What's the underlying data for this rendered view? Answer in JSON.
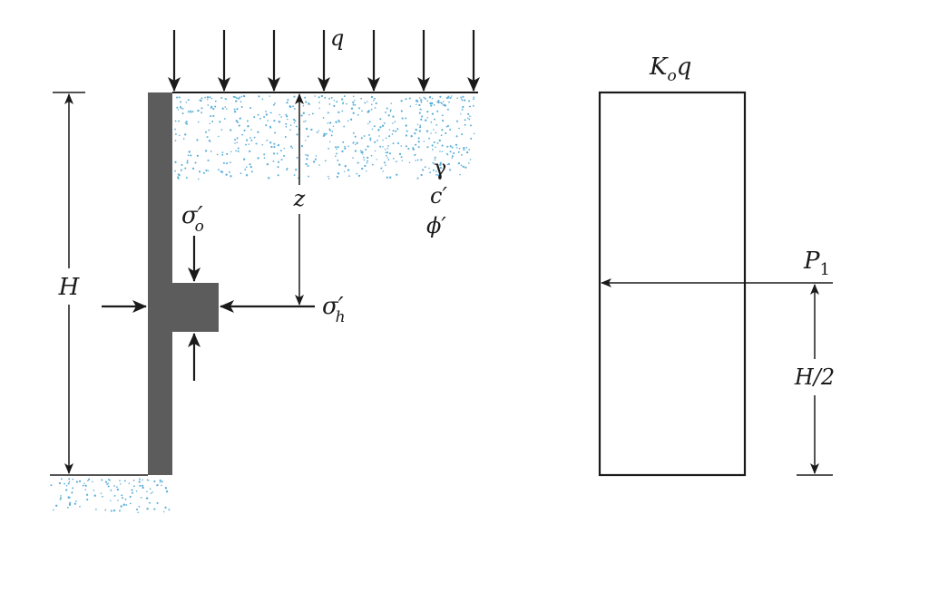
{
  "labels": {
    "q": "q",
    "H": "H",
    "z": "z",
    "gamma": "γ",
    "c_prime": "c′",
    "phi_prime": "ϕ′",
    "sigma_o_main": "σ",
    "sigma_o_prime": "′",
    "sigma_o_sub": "o",
    "sigma_h_main": "σ",
    "sigma_h_prime": "′",
    "sigma_h_sub": "h",
    "Ko_K": "K",
    "Ko_sub": "o",
    "Ko_q": "q",
    "P_main": "P",
    "P_sub": "1",
    "H_half": "H/2"
  },
  "colors": {
    "wall": "#5c5c5c",
    "line": "#1a1a1a",
    "soil_dots": "#5aaed8"
  }
}
